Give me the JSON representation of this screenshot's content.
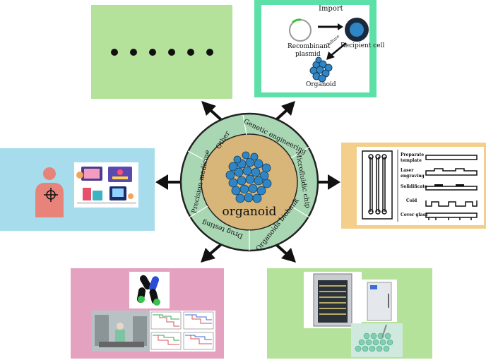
{
  "center": {
    "title": "organoid",
    "segments": [
      "Other",
      "Genetic engineering",
      "Microfluidic chip",
      "Organoids biobank",
      "Drug testing",
      "Precision medicine"
    ]
  },
  "genetic": {
    "import": "Import",
    "plasmid_line1": "Recombinant",
    "plasmid_line2": "plasmid",
    "recipient": "Recipient cell",
    "culture": "Culture",
    "organoid": "Organoid"
  },
  "chip": {
    "steps": [
      "Preparate template",
      "Laser engraving",
      "Solidificate",
      "Cold",
      "Cover glass"
    ]
  },
  "colors": {
    "green_panel": "#b5e29a",
    "teal_border": "#5ce0a8",
    "orange_panel": "#f3cf8b",
    "blue_panel": "#a6dcec",
    "pink_panel": "#e5a2c0",
    "ring": "#a9d7b3",
    "core": "#d8b579",
    "cell": "#2f86c6"
  }
}
